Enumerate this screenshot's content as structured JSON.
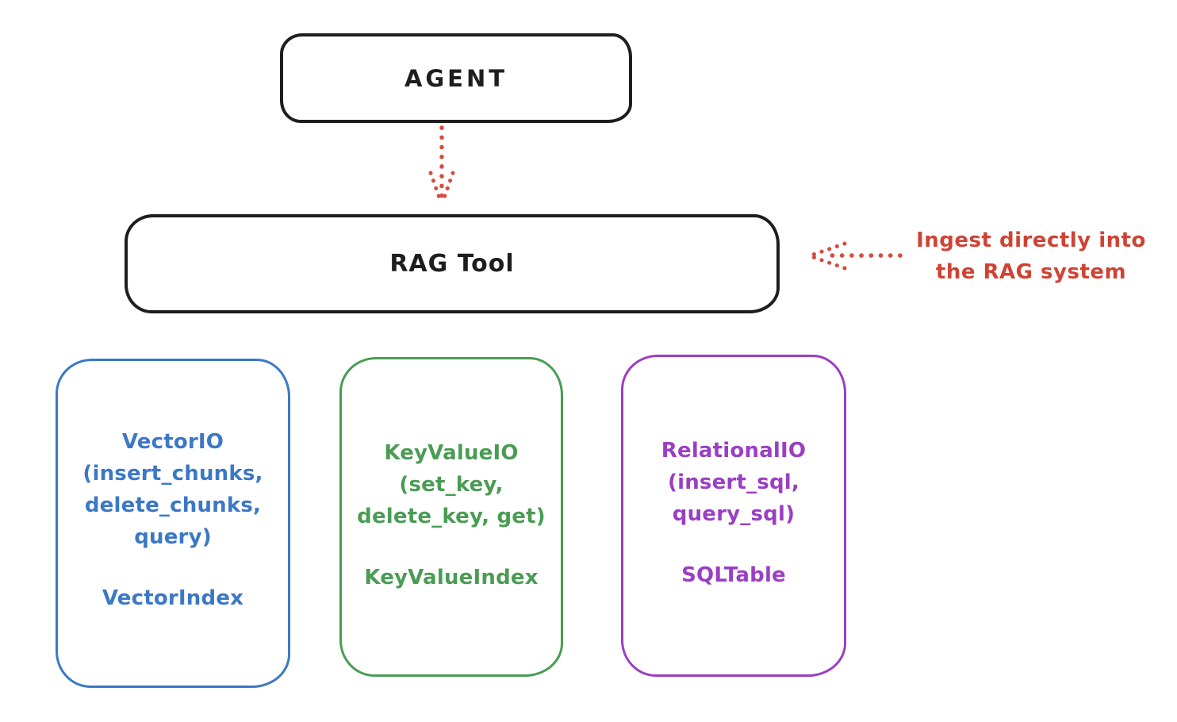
{
  "colors": {
    "ink": "#1e1e1e",
    "red": "#cf4334",
    "blue": "#3b78c5",
    "green": "#4a9c54",
    "purple": "#9a3fc3",
    "background": "#ffffff"
  },
  "agent_box": {
    "label": "AGENT"
  },
  "rag_box": {
    "label": "RAG Tool"
  },
  "annotation": {
    "line1": "Ingest directly into",
    "line2": "the RAG system"
  },
  "vector_box": {
    "title": "VectorIO",
    "arg1": "(insert_chunks,",
    "arg2": "delete_chunks,",
    "arg3": "query)",
    "index": "VectorIndex"
  },
  "keyvalue_box": {
    "title": "KeyValueIO",
    "arg1": "(set_key,",
    "arg2": "delete_key, get)",
    "index": "KeyValueIndex"
  },
  "relational_box": {
    "title": "RelationalIO",
    "arg1": "(insert_sql,",
    "arg2": "query_sql)",
    "index": "SQLTable"
  }
}
